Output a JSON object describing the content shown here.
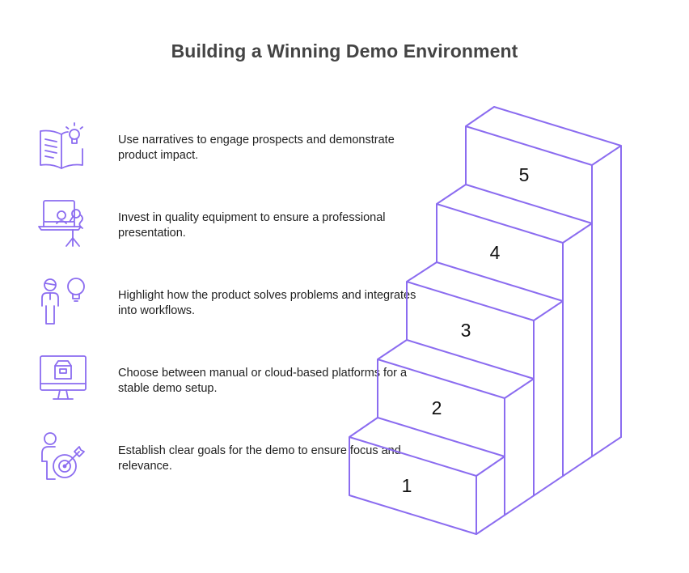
{
  "title": "Building a Winning Demo Environment",
  "colors": {
    "accent": "#8b6cf0",
    "title": "#444444",
    "text": "#1f1f1f"
  },
  "items": [
    {
      "icon": "book-lightbulb-icon",
      "text": "Use narratives to engage prospects and demonstrate product impact."
    },
    {
      "icon": "laptop-microphone-icon",
      "text": "Invest in quality equipment to ensure a professional presentation."
    },
    {
      "icon": "person-lightbulb-icon",
      "text": "Highlight how the product solves problems and integrates into workflows."
    },
    {
      "icon": "monitor-box-icon",
      "text": "Choose between manual or cloud-based platforms for a stable demo setup."
    },
    {
      "icon": "person-target-icon",
      "text": "Establish clear goals for the demo to ensure focus and relevance."
    }
  ],
  "steps": [
    "1",
    "2",
    "3",
    "4",
    "5"
  ]
}
